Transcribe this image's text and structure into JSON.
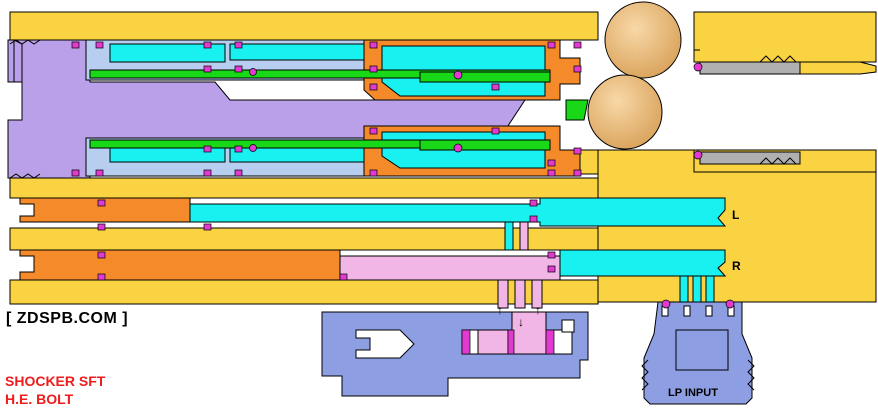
{
  "site_label": "[ ZDSPB.COM ]",
  "title_line1": "SHOCKER SFT",
  "title_line2": "H.E. BOLT",
  "port_left": "L",
  "port_right": "R",
  "input_label": "LP INPUT",
  "arrows": {
    "up": "↑",
    "down": "↓"
  },
  "colors": {
    "body": "#f9d342",
    "bolt": "#b9a0e8",
    "cyan": "#19f0f0",
    "orange": "#f58a2a",
    "green": "#18d818",
    "pink": "#f2b6e6",
    "seal": "#e23ad0",
    "blue_gray": "#8d9ee2",
    "light_blue": "#b7cef0",
    "gray": "#b0b0b0",
    "paintball": "#f2c48a",
    "title_red": "#ee1c1c"
  }
}
